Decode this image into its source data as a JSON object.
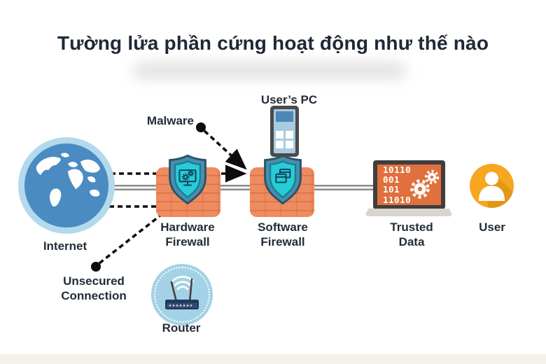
{
  "title": "Tường lửa phần cứng hoạt động như thế nào",
  "nodes": {
    "internet": {
      "label": "Internet",
      "icon": "globe-icon"
    },
    "hardware_firewall": {
      "label": "Hardware\nFirewall",
      "icon": "shield-brick-wall-icon"
    },
    "software_firewall": {
      "label": "Software\nFirewall",
      "icon": "shield-brick-wall-icon"
    },
    "users_pc": {
      "label": "User’s PC",
      "icon": "pc-tower-icon"
    },
    "trusted_data": {
      "label": "Trusted\nData",
      "icon": "laptop-binary-icon",
      "screen_lines": [
        "10110",
        "001",
        "101",
        "11010"
      ]
    },
    "user": {
      "label": "User",
      "icon": "person-icon"
    },
    "router": {
      "label": "Router",
      "icon": "router-wifi-icon"
    }
  },
  "annotations": {
    "malware": {
      "label": "Malware"
    },
    "unsecured": {
      "label": "Unsecured\nConnection"
    }
  },
  "connections": {
    "malware_path": "dashed black line: Internet → Hardware Firewall → arrow into Software Firewall",
    "trusted_path": "solid gray pipe: Internet → Hardware Firewall → Software Firewall → Trusted Data laptop",
    "unsecured_path": "dashed black line: Internet → bottom of Hardware Firewall"
  },
  "colors": {
    "title_text": "#1f2836",
    "globe_blue": "#4a8bc2",
    "globe_ring": "#b3d9ec",
    "brick_orange": "#ee8b5f",
    "shield_steel_blue": "#4a8dac",
    "shield_cyan": "#27ccd7",
    "laptop_screen_orange": "#e0703d",
    "user_yellow": "#f6a71f",
    "router_light_blue": "#a3d2e6",
    "dashed_line": "#0d0d0d",
    "pipe_gray": "#8a8a8a"
  }
}
